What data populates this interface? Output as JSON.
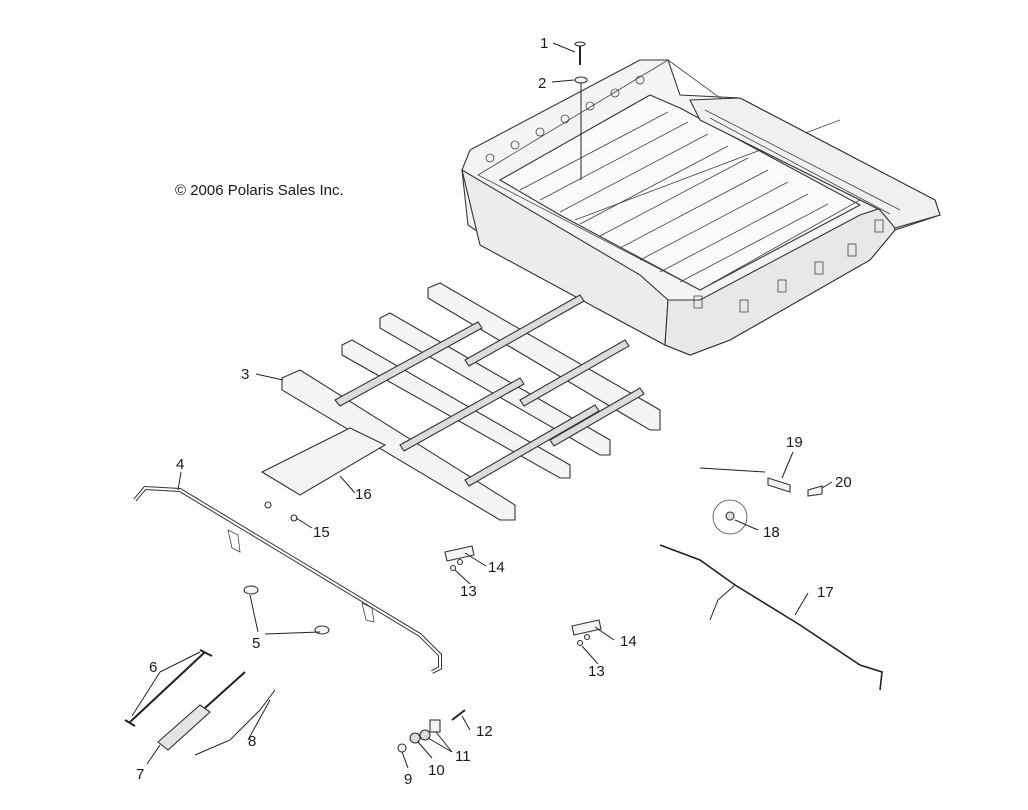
{
  "copyright": "© 2006 Polaris Sales Inc.",
  "callouts": [
    "1",
    "2",
    "3",
    "4",
    "5",
    "6",
    "7",
    "8",
    "9",
    "10",
    "11",
    "12",
    "13",
    "13",
    "14",
    "14",
    "15",
    "16",
    "17",
    "18",
    "19",
    "20"
  ]
}
